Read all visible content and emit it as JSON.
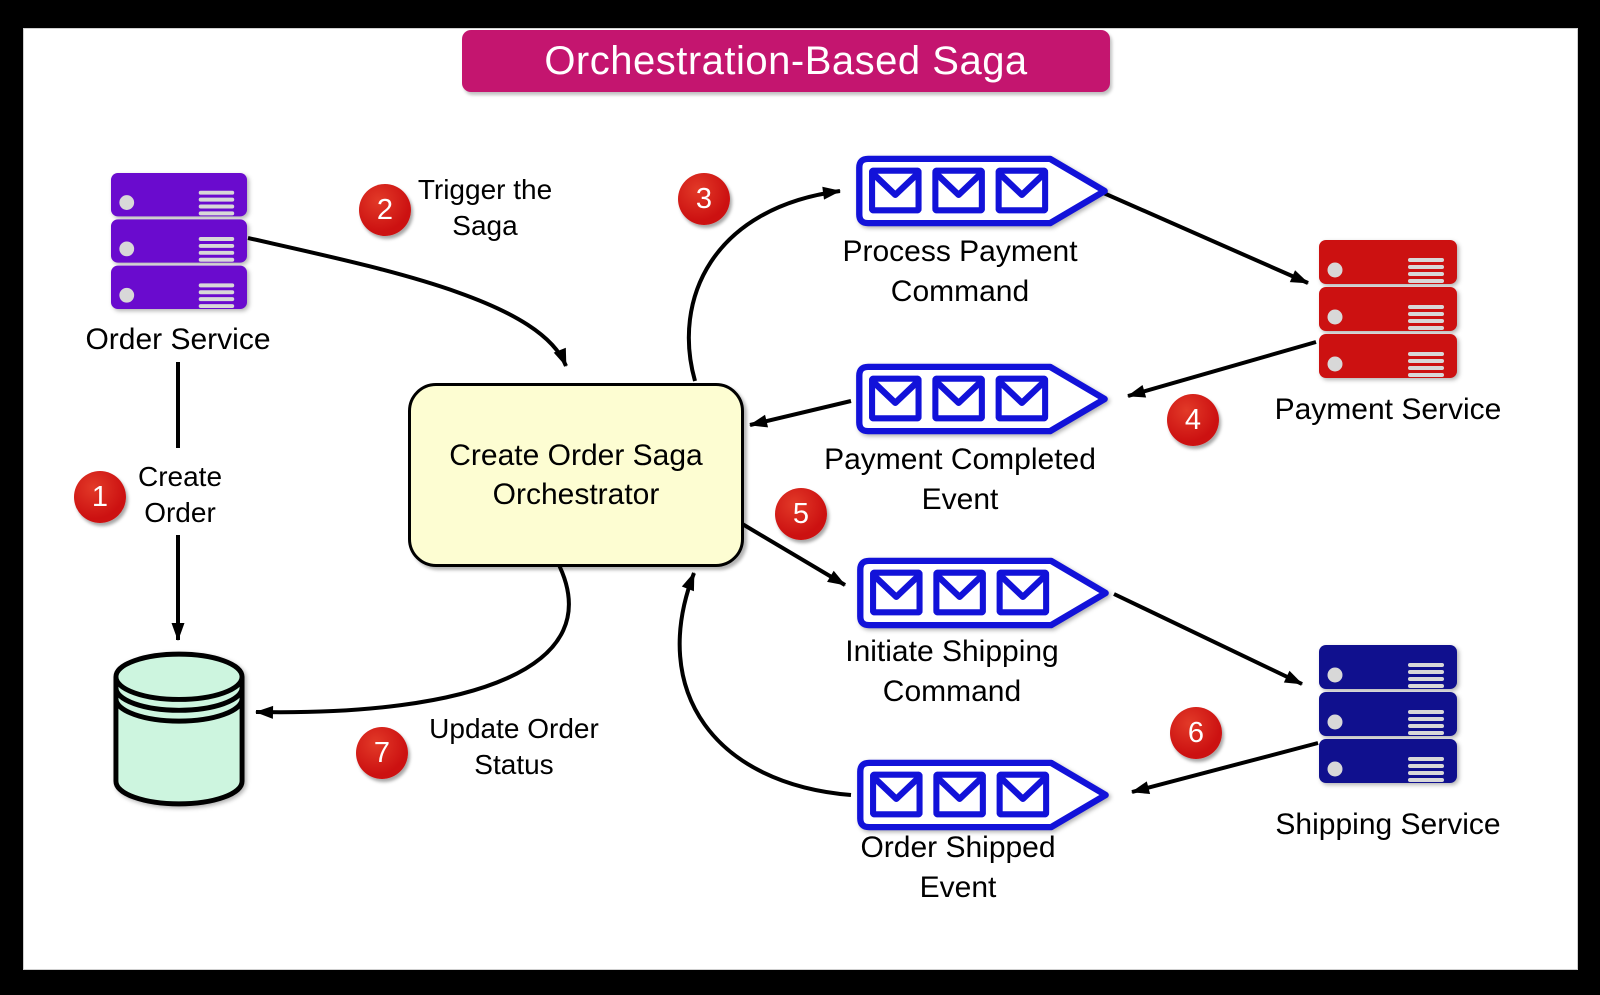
{
  "title": "Orchestration-Based Saga",
  "colors": {
    "title-bg": "#c4156f",
    "badge": "#cc1111",
    "queue-blue": "#1212d9",
    "purple": "#6a0bce",
    "service-red": "#cc1111",
    "navy": "#10108e",
    "db-mint": "#cdf5df",
    "orchestrator-yellow": "#fdfdd2"
  },
  "nodes": {
    "order_service": {
      "label": "Order Service"
    },
    "payment_service": {
      "label": "Payment Service"
    },
    "shipping_service": {
      "label": "Shipping Service"
    },
    "orchestrator": {
      "line1": "Create Order Saga",
      "line2": "Orchestrator"
    }
  },
  "queues": [
    {
      "line1": "Process Payment",
      "line2": "Command"
    },
    {
      "line1": "Payment Completed",
      "line2": "Event"
    },
    {
      "line1": "Initiate Shipping",
      "line2": "Command"
    },
    {
      "line1": "Order Shipped",
      "line2": "Event"
    }
  ],
  "steps": [
    {
      "number": "1",
      "line1": "Create",
      "line2": "Order"
    },
    {
      "number": "2",
      "line1": "Trigger the",
      "line2": "Saga"
    },
    {
      "number": "3"
    },
    {
      "number": "4"
    },
    {
      "number": "5"
    },
    {
      "number": "6"
    },
    {
      "number": "7",
      "line1": "Update Order",
      "line2": "Status"
    }
  ]
}
